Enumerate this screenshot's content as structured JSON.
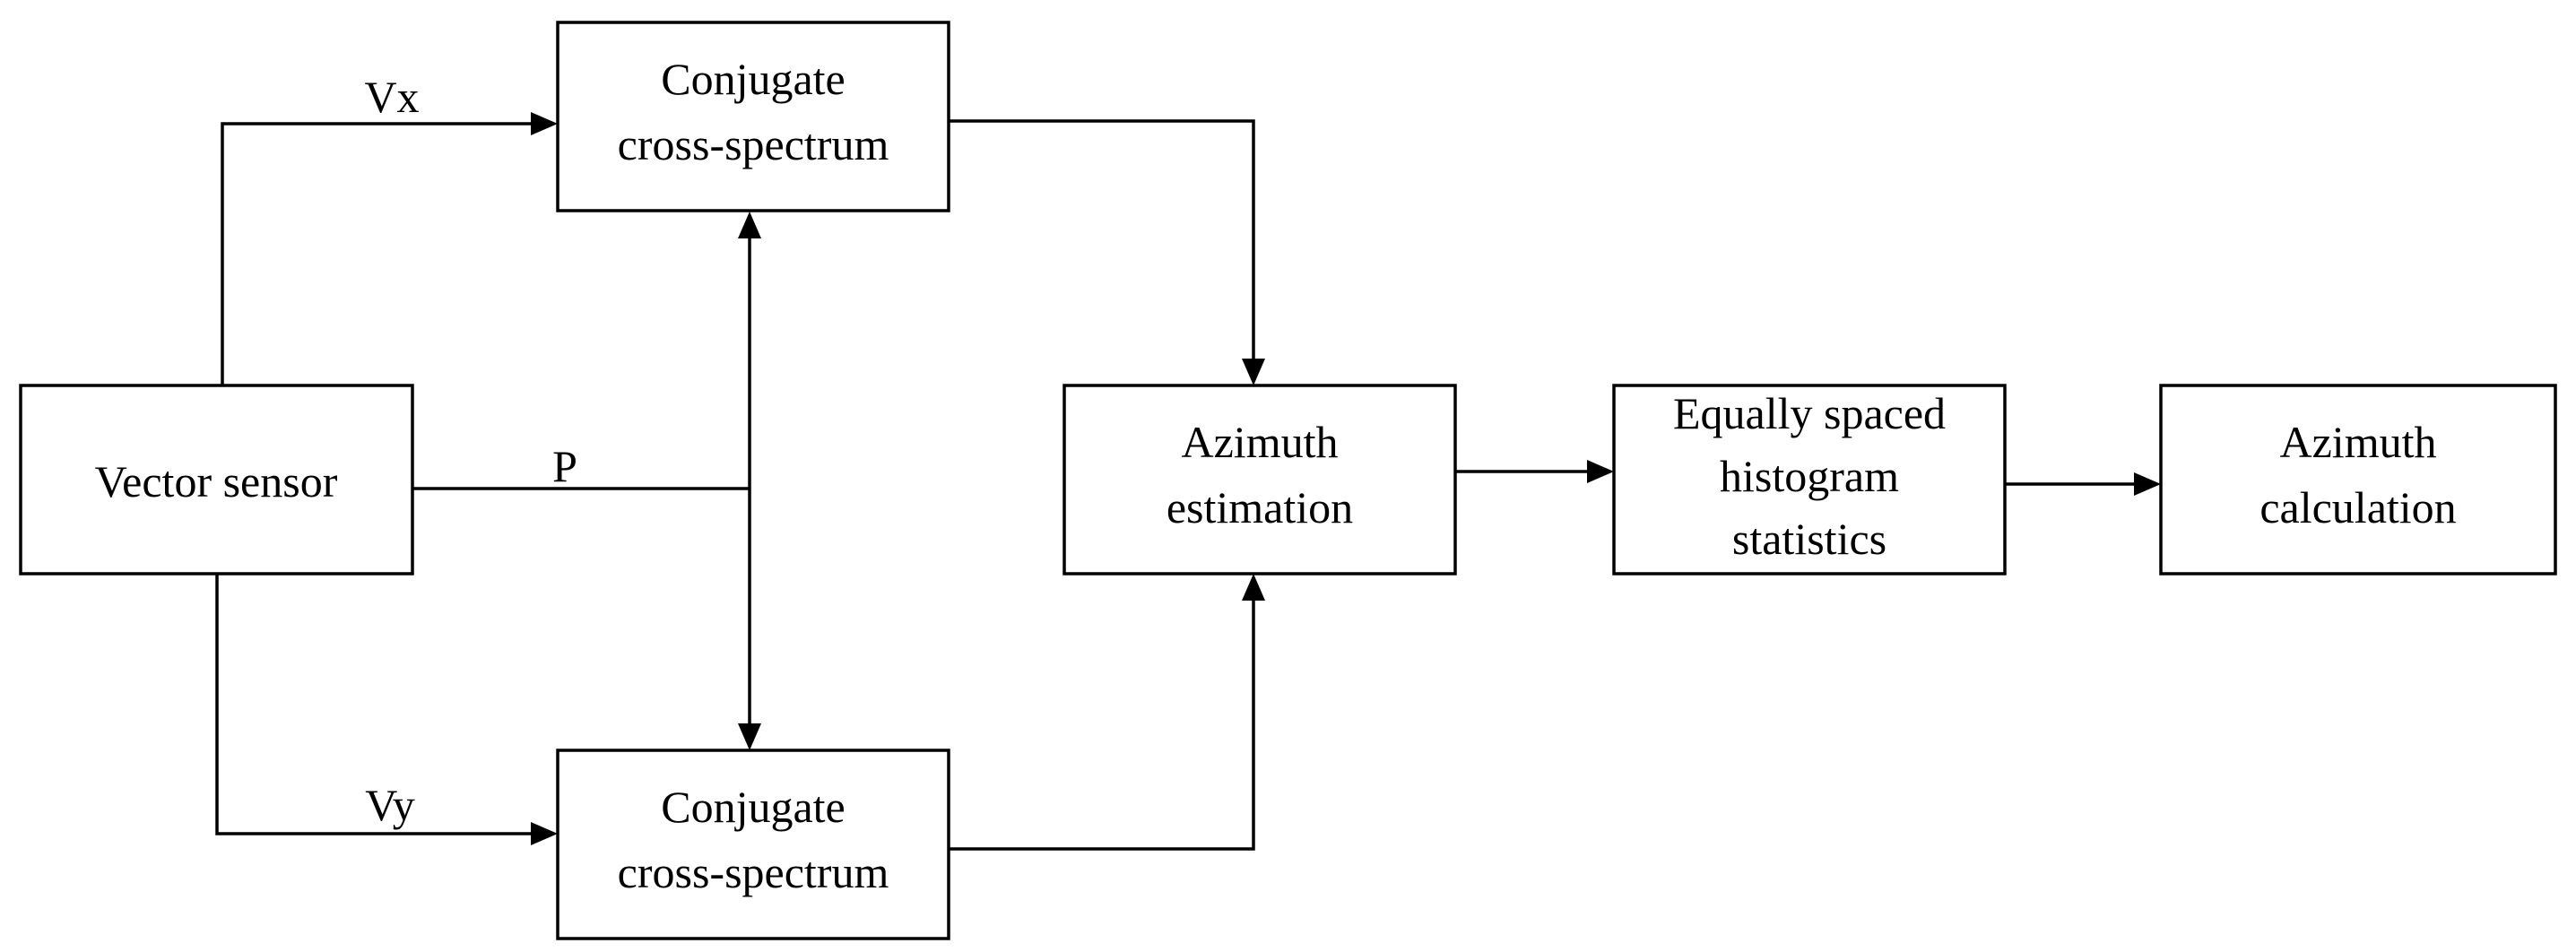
{
  "nodes": {
    "vector_sensor": {
      "label": "Vector sensor"
    },
    "cross_spectrum_top": {
      "line1": "Conjugate",
      "line2": "cross-spectrum"
    },
    "cross_spectrum_bottom": {
      "line1": "Conjugate",
      "line2": "cross-spectrum"
    },
    "azimuth_estimation": {
      "line1": "Azimuth",
      "line2": "estimation"
    },
    "histogram_statistics": {
      "line1": "Equally spaced",
      "line2": "histogram",
      "line3": "statistics"
    },
    "azimuth_calculation": {
      "line1": "Azimuth",
      "line2": "calculation"
    }
  },
  "edge_labels": {
    "vx": "Vx",
    "p": "P",
    "vy": "Vy"
  },
  "colors": {
    "stroke": "#000000",
    "background": "#ffffff"
  }
}
